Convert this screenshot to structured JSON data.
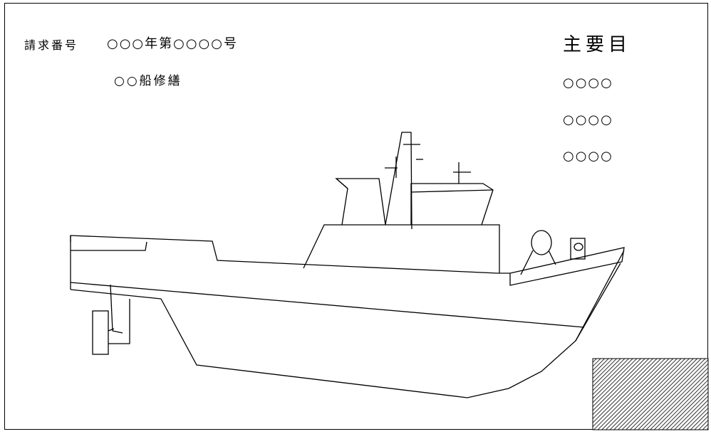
{
  "header": {
    "claim_label": "請求番号",
    "claim_number": "○○○年第○○○○号",
    "subject": "○○船修繕"
  },
  "main_items": {
    "heading": "主要目",
    "items": [
      "○○○○",
      "○○○○",
      "○○○○"
    ]
  },
  "drawing": {
    "line_color": "#000000",
    "background_color": "#ffffff",
    "hatch_color": "#000000"
  }
}
